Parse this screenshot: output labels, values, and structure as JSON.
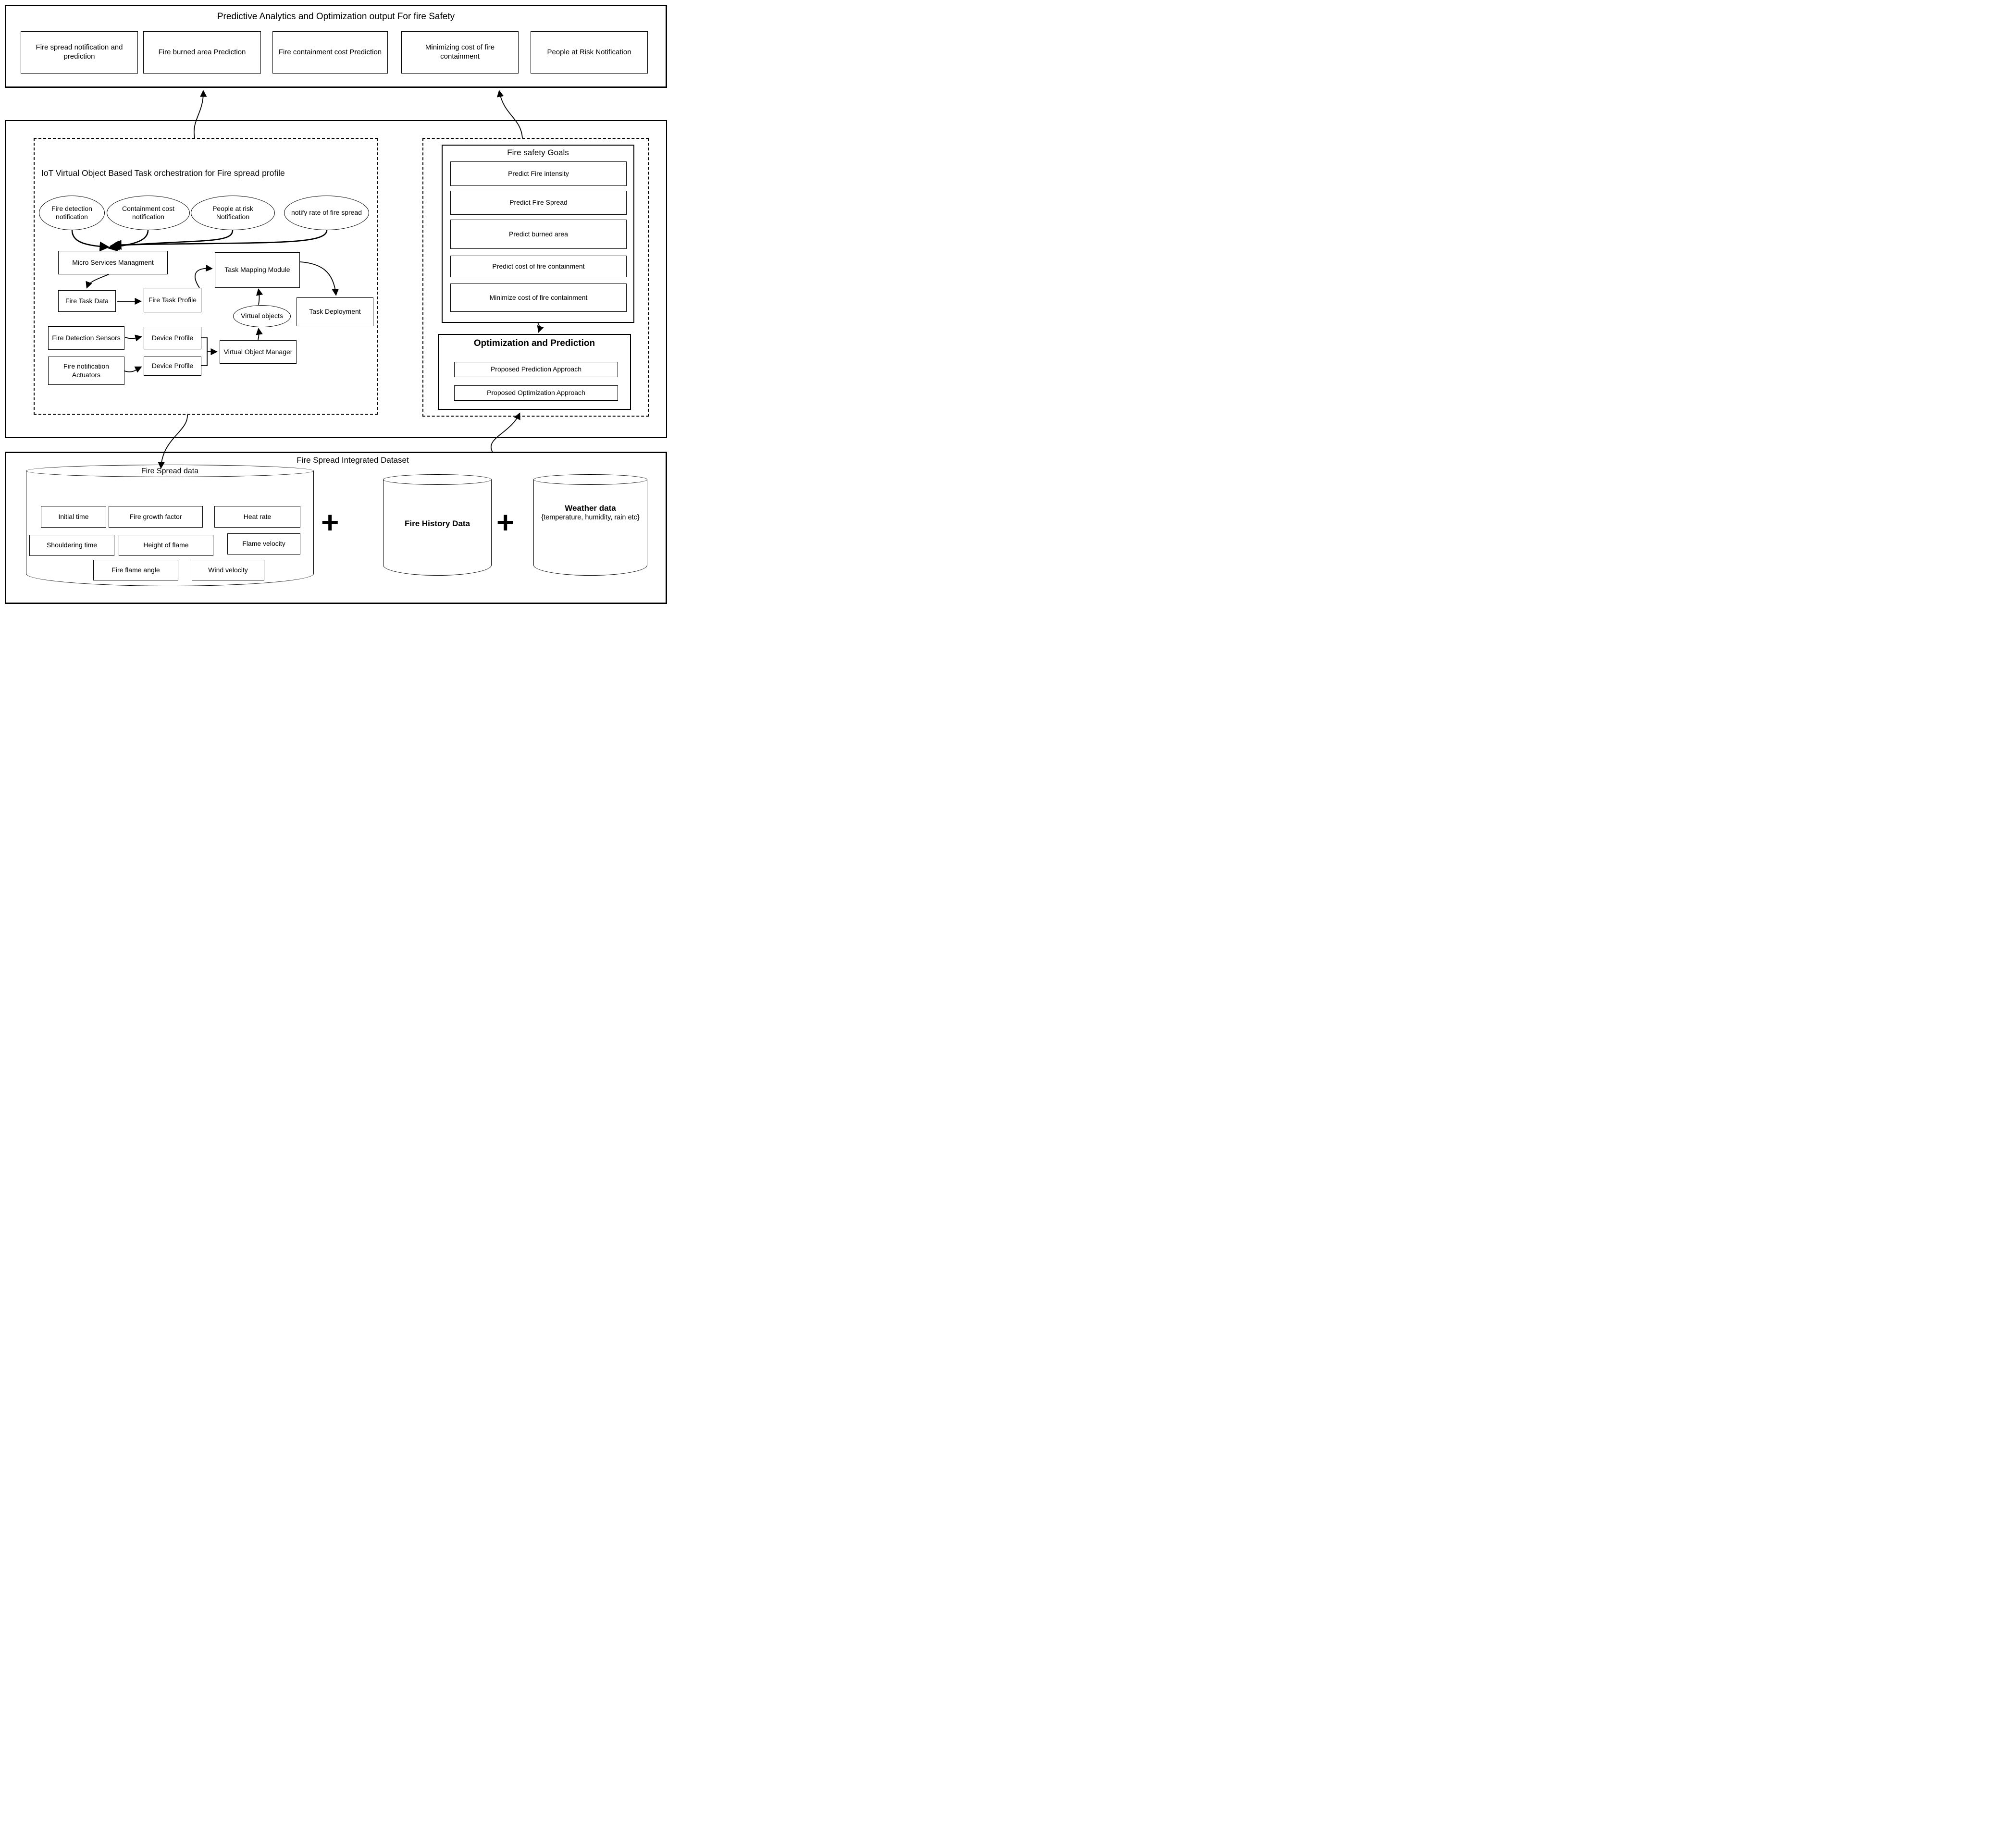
{
  "colors": {
    "line": "#000000",
    "background": "#ffffff"
  },
  "top": {
    "title": "Predictive Analytics and Optimization output For fire Safety",
    "boxes": [
      "Fire spread notification and prediction",
      "Fire burned area Prediction",
      "Fire containment cost Prediction",
      "Minimizing cost of fire containment",
      "People at Risk Notification"
    ]
  },
  "middle": {
    "left": {
      "title": "IoT Virtual Object Based Task orchestration for Fire spread profile",
      "ellipses": [
        "Fire detection notification",
        "Containment cost notification",
        "People at risk Notification",
        "notify rate of fire spread"
      ],
      "nodes": {
        "micro_services": "Micro Services Managment",
        "fire_task_data": "Fire Task Data",
        "fire_task_profile": "Fire Task Profile",
        "task_mapping": "Task Mapping Module",
        "task_deployment": "Task Deployment",
        "virtual_objects": "Virtual objects",
        "fire_detection_sensors": "Fire Detection Sensors",
        "device_profile_1": "Device Profile",
        "fire_notification_actuators": "Fire notification Actuators",
        "device_profile_2": "Device Profile",
        "virtual_object_manager": "Virtual Object Manager"
      }
    },
    "right": {
      "goals": {
        "title": "Fire safety Goals",
        "items": [
          "Predict Fire intensity",
          "Predict Fire Spread",
          "Predict burned area",
          "Predict cost of fire containment",
          "Minimize cost of fire containment"
        ]
      },
      "optimization": {
        "title": "Optimization and Prediction",
        "items": [
          "Proposed Prediction Approach",
          "Proposed Optimization Approach"
        ]
      }
    }
  },
  "bottom": {
    "title": "Fire Spread Integrated Dataset",
    "plus": "+",
    "fire_spread_data": {
      "title": "Fire Spread data",
      "rows": [
        [
          "Initial time",
          "Fire growth factor",
          "Heat rate"
        ],
        [
          "Shouldering time",
          "Height of flame",
          "Flame velocity"
        ],
        [
          "Fire flame angle",
          "Wind velocity"
        ]
      ]
    },
    "fire_history": "Fire History Data",
    "weather": {
      "title": "Weather data",
      "subtitle": "{temperature, humidity, rain etc}"
    }
  }
}
